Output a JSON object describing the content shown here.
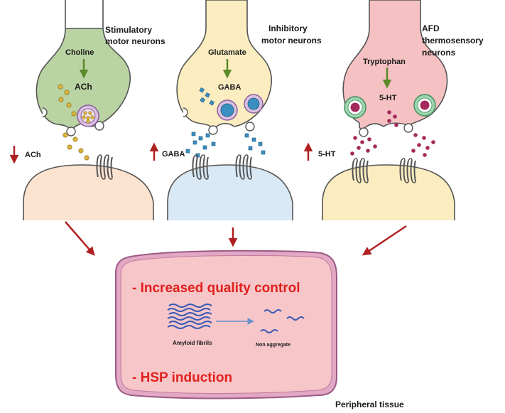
{
  "neurons": {
    "stimulatory": {
      "title_line1": "Stimulatory",
      "title_line2": "motor neurons",
      "precursor": "Choline",
      "transmitter": "ACh",
      "release_label": "ACh",
      "direction": "decrease",
      "body_color": "#b9d3a3",
      "post_color": "#fbe3cf"
    },
    "inhibitory": {
      "title_line1": "Inhibitory",
      "title_line2": "motor neurons",
      "precursor": "Glutamate",
      "transmitter": "GABA",
      "release_label": "GABA",
      "direction": "increase",
      "body_color": "#fbedc0",
      "post_color": "#d8e8f5"
    },
    "afd": {
      "title_line1": "AFD",
      "title_line2": "thermosensory",
      "title_line3": "neurons",
      "precursor": "Tryptophan",
      "transmitter": "5-HT",
      "release_label": "5-HT",
      "direction": "increase",
      "body_color": "#f5c1c2",
      "post_color": "#fbedc0"
    }
  },
  "tissue": {
    "item1": "- Increased quality control",
    "item2": "- HSP induction",
    "amyloid_label": "Amyloid  fibrils",
    "non_aggregate_label": "Non aggregate",
    "caption": "Peripheral tissue",
    "fill": "#f7c6c9",
    "border": "#9b5a85",
    "text_color": "#e0201c"
  },
  "colors": {
    "arrow_red": "#b02020",
    "arrow_green": "#5a8a2a",
    "ach_vesicle": "#d9b440",
    "gaba_vesicle": "#3a8fc0",
    "serotonin_vesicle": "#a32a5a",
    "fibril_blue": "#3b5bb5"
  }
}
